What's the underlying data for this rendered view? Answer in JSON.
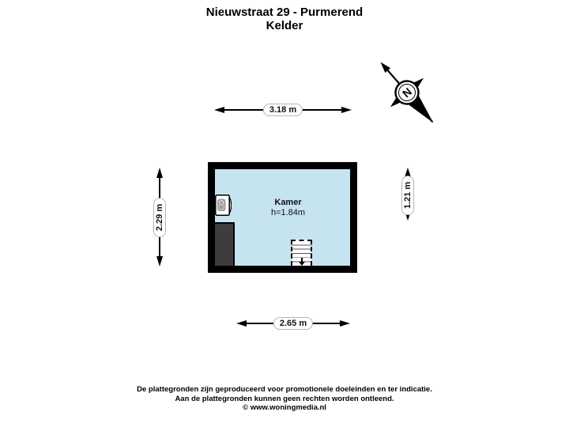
{
  "title": {
    "address": "Nieuwstraat 29 - Purmerend",
    "floor": "Kelder"
  },
  "compass": {
    "label": "N"
  },
  "plan": {
    "room_name": "Kamer",
    "room_height": "h=1.84m"
  },
  "dimensions": {
    "top": "3.18 m",
    "left": "2.29 m",
    "right": "1.21 m",
    "bottom": "2.65 m"
  },
  "footer": {
    "line1": "De plattegronden zijn geproduceerd voor promotionele doeleinden en ter indicatie.",
    "line2": "Aan de plattegronden kunnen geen rechten worden ontleend.",
    "line3": "© www.woningmedia.nl"
  },
  "colors": {
    "room_fill": "#c6e3f0",
    "wall": "#000000",
    "dark_block": "#3d3d3d",
    "dimension_border": "#b5b5b5"
  }
}
